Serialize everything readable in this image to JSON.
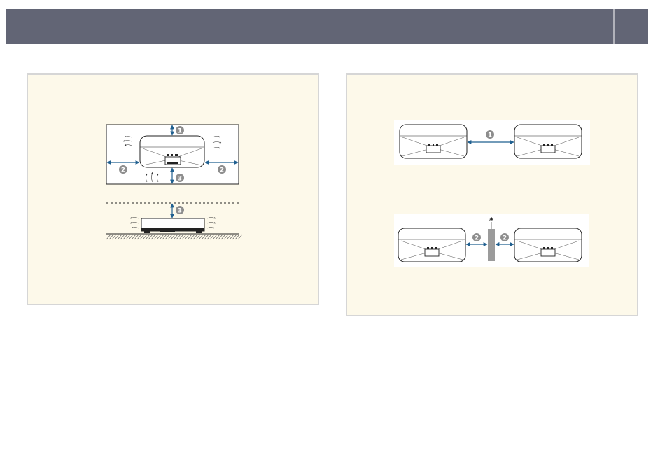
{
  "colors": {
    "header": "#626575",
    "panel_bg": "#fdf9ea",
    "panel_border": "#d6d6d6",
    "arrow": "#1f5f8f",
    "callout_bg": "#8d8d8d",
    "wall": "#9b9b9b"
  },
  "callouts": {
    "one": "1",
    "two": "2",
    "three": "3"
  },
  "marker": {
    "asterisk": "*"
  },
  "icons": {
    "airflow": "airflow-arrows-icon",
    "projector_top": "projector-top-view-icon",
    "projector_side": "projector-side-view-icon",
    "arrow": "double-arrow-icon"
  }
}
